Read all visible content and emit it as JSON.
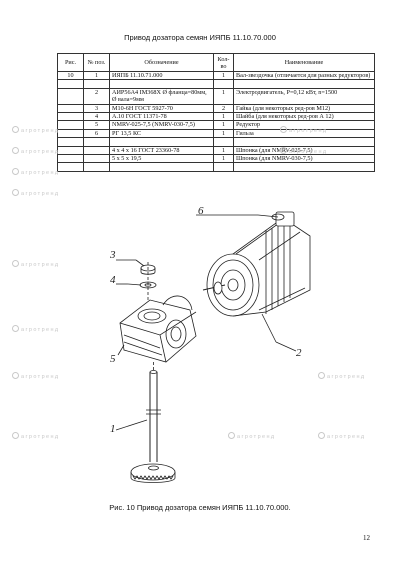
{
  "title": "Привод дозатора семян ИЯПБ 11.10.70.000",
  "table": {
    "headers": [
      "Рис.",
      "№ поз.",
      "Обозначение",
      "Кол-во",
      "Наименование"
    ],
    "rows": [
      [
        "10",
        "1",
        "ИЯПБ 11.10.71.000",
        "1",
        "Вал-звездочка (отличается для разных редукторов)"
      ],
      [
        "",
        "",
        "",
        "",
        ""
      ],
      [
        "",
        "2",
        "АИР56А4 IM368X Ø фланца=80мм, Ø вала=9мм",
        "1",
        "Электродвигатель, P=0,12 кВт, n=1500"
      ],
      [
        "",
        "3",
        "М10-6Н ГОСТ 5927-70",
        "2",
        "Гайка (для некоторых ред-ров М12)"
      ],
      [
        "",
        "4",
        "А.10 ГОСТ 11371-78",
        "1",
        "Шайба (для некоторых ред-ров А 12)"
      ],
      [
        "",
        "5",
        "NMRV-025-7,5 (NMRV-030-7,5)",
        "1",
        "Редуктор"
      ],
      [
        "",
        "6",
        "РГ 13,5 КС",
        "1",
        "Гильза"
      ],
      [
        "",
        "",
        "",
        "",
        ""
      ],
      [
        "",
        "",
        "4 х 4 х 16 ГОСТ 23360-78",
        "1",
        "Шпонка (для NMRV-025-7,5)"
      ],
      [
        "",
        "",
        "5 х 5 х 19,5",
        "1",
        "Шпонка (для NMRV-030-7,5)"
      ],
      [
        "",
        "",
        "",
        "",
        ""
      ]
    ]
  },
  "watermark": "агротренд",
  "callouts": [
    "1",
    "2",
    "3",
    "4",
    "5",
    "6"
  ],
  "caption": "Рис. 10 Привод дозатора семян ИЯПБ 11.10.70.000.",
  "page_number": "12"
}
